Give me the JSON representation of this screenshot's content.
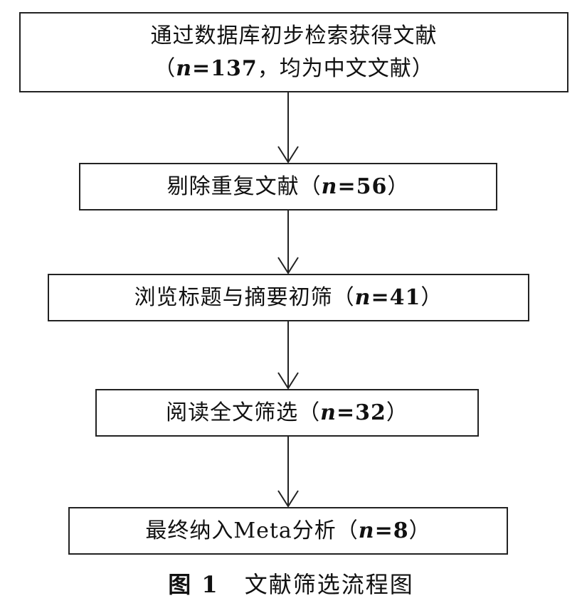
{
  "flowchart": {
    "steps": [
      {
        "line1": "通过数据库初步检索获得文献",
        "prefix": "（",
        "n_symbol": "n",
        "n_value": "=137",
        "suffix": "，均为中文文献）"
      },
      {
        "label": "剔除重复文献",
        "prefix": "（",
        "n_symbol": "n",
        "n_value": "=56",
        "suffix": "）"
      },
      {
        "label": "浏览标题与摘要初筛",
        "prefix": "（",
        "n_symbol": "n",
        "n_value": "=41",
        "suffix": "）"
      },
      {
        "label": "阅读全文筛选",
        "prefix": "（",
        "n_symbol": "n",
        "n_value": "=32",
        "suffix": "）"
      },
      {
        "label": "最终纳入Meta分析",
        "prefix": "（",
        "n_symbol": "n",
        "n_value": "=8",
        "suffix": "）"
      }
    ]
  },
  "caption": {
    "figure_number": "图 1",
    "title": "文献筛选流程图"
  }
}
